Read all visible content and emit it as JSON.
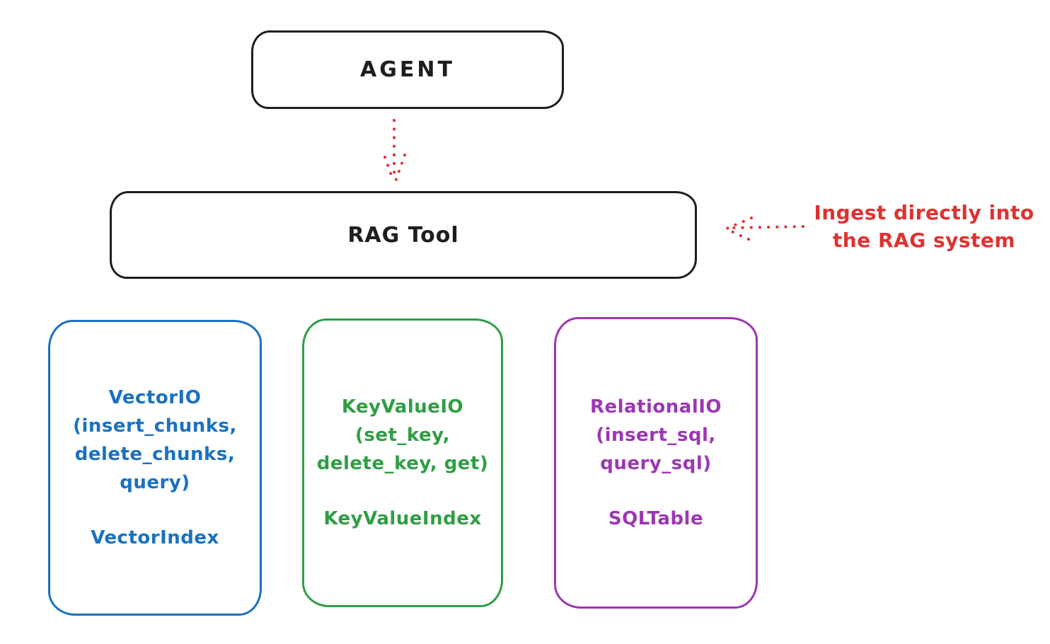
{
  "diagram": {
    "agent": {
      "label": "AGENT"
    },
    "rag_tool": {
      "label": "RAG Tool"
    },
    "annotation": {
      "line1": "Ingest directly into",
      "line2": "the RAG system",
      "color": "#e03131"
    },
    "boxes": {
      "vector": {
        "title": "VectorIO",
        "params_line1": "(insert_chunks,",
        "params_line2": "delete_chunks,",
        "params_line3": "query)",
        "index": "VectorIndex",
        "color": "#1971c2"
      },
      "keyvalue": {
        "title": "KeyValueIO",
        "params_line1": "(set_key,",
        "params_line2": "delete_key, get)",
        "index": "KeyValueIndex",
        "color": "#2f9e44"
      },
      "relational": {
        "title": "RelationalIO",
        "params_line1": "(insert_sql,",
        "params_line2": "query_sql)",
        "index": "SQLTable",
        "color": "#9c36b5"
      }
    },
    "colors": {
      "stroke": "#1e1e1e",
      "arrow_red": "#e03131"
    }
  }
}
